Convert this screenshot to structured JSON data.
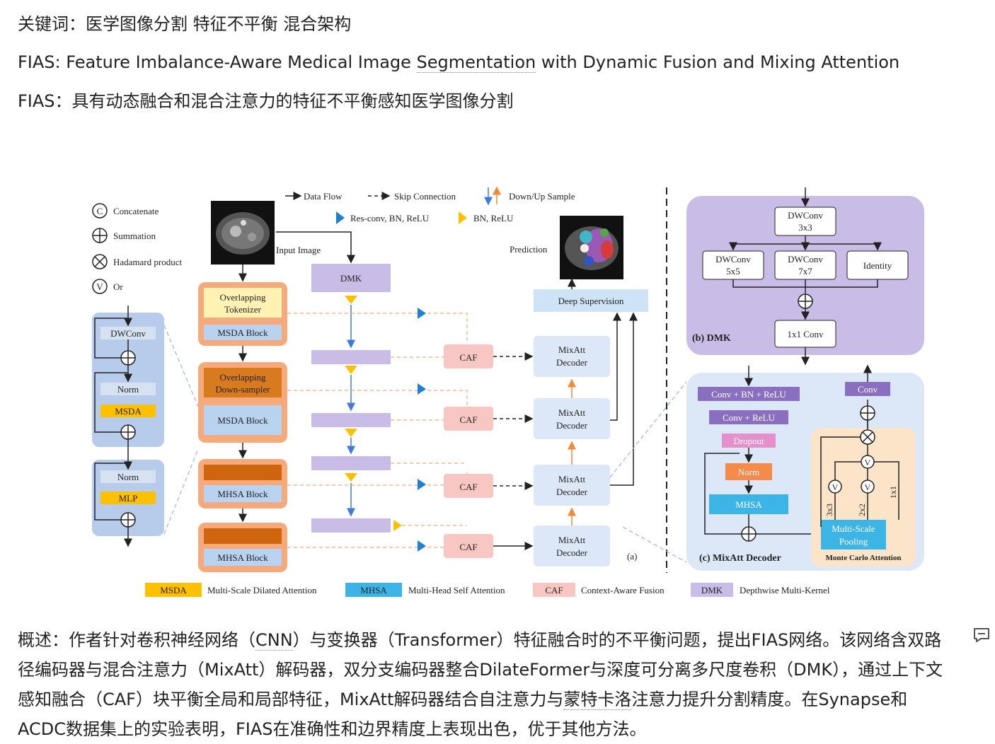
{
  "keywords": "关键词：医学图像分割 特征不平衡 混合架构",
  "title_en": {
    "before": "FIAS: Feature Imbalance-Aware Medical Image ",
    "link": "Segmentation",
    "after": " with Dynamic Fusion and Mixing Attention"
  },
  "title_zh": "FIAS：具有动态融合和混合注意力的特征不平衡感知医学图像分割",
  "figure": {
    "legend_left": {
      "concatenate": "Concatenate",
      "summation": "Summation",
      "hadamard": "Hadamard product",
      "or": "Or",
      "c_sym": "C",
      "v_sym": "V"
    },
    "legend_top": {
      "data_flow": "Data Flow",
      "skip": "Skip Connection",
      "downup": "Down/Up Sample",
      "resconv": "Res-conv, BN, ReLU",
      "bnrelu": "BN, ReLU"
    },
    "input_label": "Input Image",
    "prediction_label": "Prediction",
    "encoder": {
      "overlap_tok_1": "Overlapping",
      "overlap_tok_2": "Tokenizer",
      "msda_block": "MSDA Block",
      "overlap_down_1": "Overlapping",
      "overlap_down_2": "Down-sampler",
      "msda_block_2": "MSDA Block",
      "mhsa_block": "MHSA Block",
      "mhsa_block_2": "MHSA Block"
    },
    "left_block": {
      "dwconv": "DWConv",
      "norm": "Norm",
      "msda": "MSDA",
      "norm2": "Norm",
      "mlp": "MLP"
    },
    "dmk": "DMK",
    "caf": "CAF",
    "decoder_1": "MixAtt",
    "decoder_2": "Decoder",
    "deep_supervision": "Deep Supervision",
    "panel_a": "(a)",
    "dmk_panel": {
      "title": "(b) DMK",
      "dw3_1": "DWConv",
      "dw3_2": "3x3",
      "dw5_1": "DWConv",
      "dw5_2": "5x5",
      "dw7_1": "DWConv",
      "dw7_2": "7x7",
      "identity": "Identity",
      "conv1x1": "1x1 Conv"
    },
    "mixatt_panel": {
      "title": "(c) MixAtt Decoder",
      "conv_bn_relu": "Conv + BN + ReLU",
      "conv_relu": "Conv + ReLU",
      "dropout": "Dropout",
      "norm": "Norm",
      "mhsa": "MHSA",
      "conv": "Conv",
      "k3": "3x3",
      "k2": "2x2",
      "k1": "1x1",
      "msp_1": "Multi-Scale",
      "msp_2": "Pooling",
      "monte_carlo": "Monte Carlo Attention"
    },
    "bottom_legend": [
      {
        "abbr": "MSDA",
        "full": "Multi-Scale Dilated Attention",
        "color": "#FFC000"
      },
      {
        "abbr": "MHSA",
        "full": "Multi-Head Self Attention",
        "color": "#3DB4E6"
      },
      {
        "abbr": "CAF",
        "full": "Context-Aware Fusion",
        "color": "#F8C7C4"
      },
      {
        "abbr": "DMK",
        "full": "Depthwise Multi-Kernel",
        "color": "#C9BDE8"
      }
    ]
  },
  "summary": {
    "p1": "概述：作者针对卷积神经网络（",
    "cnn": "CNN",
    "p2": "）与变换器（Transformer）特征融合时的不平衡问题，提出FIAS网络。该网络含双路径编码器与混合注意力（MixAtt）解码器，双分支编码器整合DilateFormer与深度可分离多尺度卷积（DMK），通过上下文感知融合（CAF）块平衡全局和局部特征，MixAtt解码器结合自注意力与",
    "mc": "蒙特卡洛",
    "p3": "注意力提升分割精度。在Synapse和ACDC数据集上的实验表明，FIAS在准确性和边界精度上表现出色，优于其他方法。"
  },
  "colors": {
    "dmk_purple": "#C9BDE8",
    "decoder_blue": "#DCE8F8",
    "caf_pink": "#F8C7C4",
    "encoder_orange": "#F6A97A",
    "msda_yellow": "#FFC000",
    "mhsa_blue": "#3DB4E6"
  }
}
